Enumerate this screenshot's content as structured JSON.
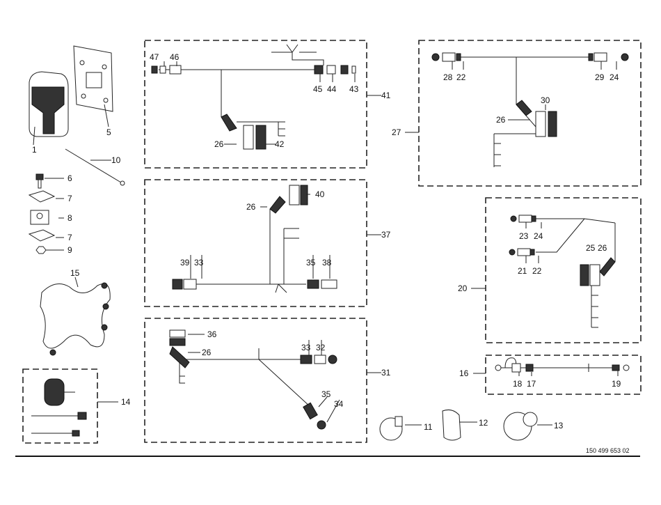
{
  "document_number": "150 499 653 02",
  "standalone_parts": {
    "holder": "1",
    "mounting_plate": "5",
    "cable_tie": "10",
    "screw": "6",
    "washer_top": "7",
    "clamp": "8",
    "washer_bottom": "7",
    "nut": "9",
    "cradle": "15",
    "charger_kit": "14",
    "ball_mount": "11",
    "arm": "12",
    "base_mount": "13"
  },
  "groups": {
    "g41": {
      "id": "41",
      "parts": [
        "47",
        "46",
        "45",
        "44",
        "43",
        "26",
        "42"
      ]
    },
    "g37": {
      "id": "37",
      "parts": [
        "26",
        "40",
        "39",
        "33",
        "35",
        "38"
      ]
    },
    "g31": {
      "id": "31",
      "parts": [
        "36",
        "26",
        "33",
        "32",
        "35",
        "34"
      ]
    },
    "g27": {
      "id": "27",
      "parts": [
        "28",
        "22",
        "29",
        "24",
        "30",
        "26"
      ]
    },
    "g20": {
      "id": "20",
      "parts": [
        "23",
        "24",
        "21",
        "22",
        "25",
        "26"
      ]
    },
    "g16": {
      "id": "16",
      "parts": [
        "18",
        "17",
        "19"
      ]
    }
  }
}
